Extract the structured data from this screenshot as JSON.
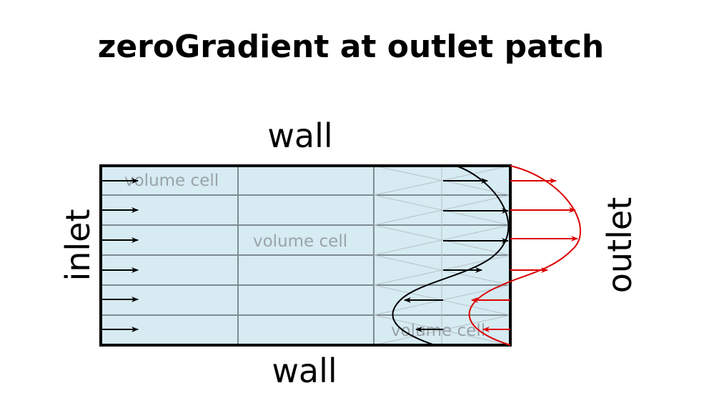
{
  "title": "zeroGradient at outlet patch",
  "labels": {
    "wall_top": "wall",
    "wall_bottom": "wall",
    "inlet": "inlet",
    "outlet": "outlet",
    "cell_top_left": "volume cell",
    "cell_center": "volume cell",
    "cell_bottom_right": "volume cell"
  },
  "colors": {
    "cell_fill": "#d6ebf2",
    "grid_line": "#7f8c93",
    "outline": "#000000",
    "outlet_profile": "#dd0000",
    "interior_profile": "#000000",
    "cell_label": "#9aa3a8"
  },
  "profile": {
    "inlet_velocity": [
      1,
      1,
      1,
      1,
      1,
      1
    ],
    "interior_velocity": [
      1,
      2,
      2,
      1,
      -1,
      -0.5
    ],
    "outlet_velocity": [
      1,
      2,
      2,
      1,
      -1,
      -0.5
    ]
  }
}
